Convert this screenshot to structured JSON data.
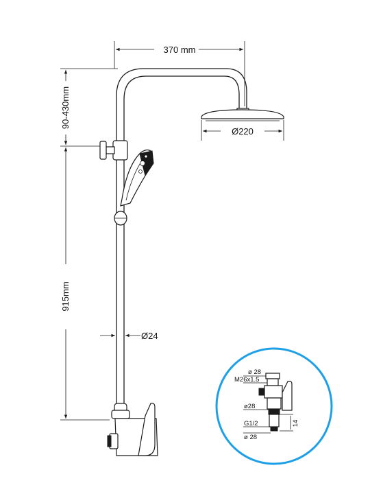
{
  "dimensions": {
    "width_top": "370 mm",
    "height_arm": "90-430mm",
    "height_pipe": "915mm",
    "head_diameter": "Ø220",
    "pipe_diameter": "Ø24"
  },
  "inset": {
    "label_top_diameter": "ø 28",
    "label_thread": "M26x1.5",
    "label_mid_diameter": "ø28",
    "label_inlet": "G1/2",
    "label_bottom_diameter": "ø 28",
    "label_length": "14"
  },
  "colors": {
    "line": "#1a1a1a",
    "inset_ring": "#1ea0e6"
  }
}
